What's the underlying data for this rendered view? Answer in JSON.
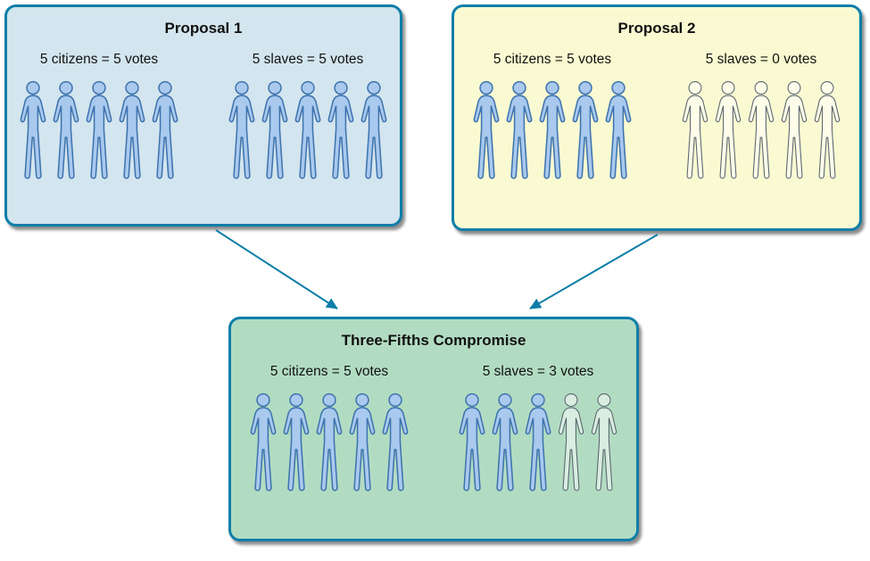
{
  "diagram": {
    "boxes": [
      {
        "title": "Proposal 1",
        "groups": [
          {
            "label": "5 citizens = 5 votes",
            "filled": 5,
            "outlined": 0
          },
          {
            "label": "5 slaves = 5 votes",
            "filled": 5,
            "outlined": 0
          }
        ]
      },
      {
        "title": "Proposal 2",
        "groups": [
          {
            "label": "5 citizens = 5 votes",
            "filled": 5,
            "outlined": 0
          },
          {
            "label": "5 slaves = 0 votes",
            "filled": 0,
            "outlined": 5
          }
        ]
      },
      {
        "title": "Three-Fifths Compromise",
        "groups": [
          {
            "label": "5 citizens = 5 votes",
            "filled": 5,
            "outlined": 0
          },
          {
            "label": "5 slaves = 3 votes",
            "filled": 3,
            "outlined": 2
          }
        ]
      }
    ]
  },
  "icons": {
    "person_filled": "person-filled-icon",
    "person_outlined": "person-outline-icon"
  },
  "colors": {
    "box_border": "#0d7ea8",
    "proposal1_bg": "#d3e5ee",
    "proposal2_bg": "#fafad2",
    "compromise_bg": "#b2dcc2",
    "person_fill": "#a9c9ee",
    "person_stroke": "#3f74ae",
    "outline_person_stroke": "#5b6670",
    "arrow": "#0d7ea8",
    "text": "#111111"
  }
}
